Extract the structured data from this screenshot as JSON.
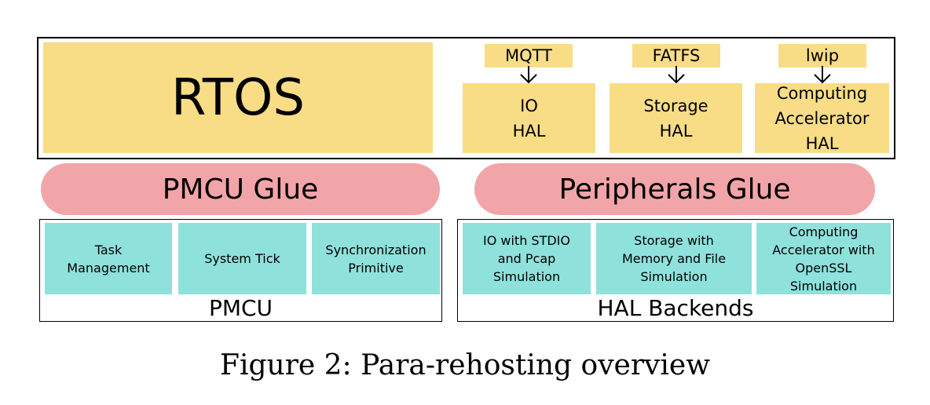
{
  "top": {
    "rtos": "RTOS",
    "stacks": [
      {
        "lib": "MQTT",
        "hal": "IO\nHAL"
      },
      {
        "lib": "FATFS",
        "hal": "Storage\nHAL"
      },
      {
        "lib": "lwip",
        "hal": "Computing\nAccelerator\nHAL"
      }
    ]
  },
  "glue": {
    "pmcu": "PMCU Glue",
    "peripherals": "Peripherals Glue"
  },
  "pmcu": {
    "label": "PMCU",
    "items": [
      "Task\nManagement",
      "System Tick",
      "Synchronization\nPrimitive"
    ]
  },
  "hal_backends": {
    "label": "HAL Backends",
    "items": [
      "IO with STDIO\nand Pcap\nSimulation",
      "Storage with\nMemory and File\nSimulation",
      "Computing\nAccelerator with\nOpenSSL\nSimulation"
    ]
  },
  "caption": "Figure 2: Para-rehosting overview",
  "colors": {
    "rtos": "#f8dc86",
    "glue": "#f2a5a8",
    "backend": "#8fe1dc"
  }
}
